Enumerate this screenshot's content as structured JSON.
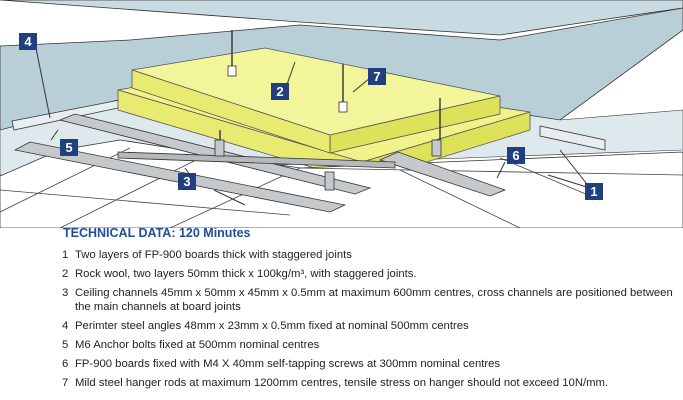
{
  "colors": {
    "label_bg": "#1f3f7f",
    "wall": "#b9cfd8",
    "ceiling_top": "#dde9ed",
    "insulation": "#f1f28a",
    "insulation_side": "#dde25a",
    "channel": "#c5c9cb",
    "board": "#ffffff",
    "title": "#1f4e96"
  },
  "callouts": {
    "c1": "1",
    "c2": "2",
    "c3": "3",
    "c4": "4",
    "c5": "5",
    "c6": "6",
    "c7": "7"
  },
  "technical_data": {
    "title": "TECHNICAL DATA: 120 Minutes",
    "items": [
      {
        "num": "1",
        "text": "Two layers of FP-900 boards thick with staggered joints"
      },
      {
        "num": "2",
        "text": "Rock wool, two layers 50mm thick x 100kg/m³, with staggered joints."
      },
      {
        "num": "3",
        "text": "Ceiling channels 45mm x 50mm x 45mm x 0.5mm at maximum 600mm centres, cross channels are positioned between the main channels at board joints"
      },
      {
        "num": "4",
        "text": "Perimter steel angles 48mm x 23mm x 0.5mm fixed at nominal 500mm centres"
      },
      {
        "num": "5",
        "text": "M6 Anchor bolts fixed at 500mm nominal centres"
      },
      {
        "num": "6",
        "text": "FP-900 boards fixed with M4 X 40mm self-tapping screws at 300mm nominal centres"
      },
      {
        "num": "7",
        "text": "Mild steel hanger rods at maximum 1200mm centres, tensile stress on hanger should not exceed 10N/mm."
      }
    ]
  }
}
